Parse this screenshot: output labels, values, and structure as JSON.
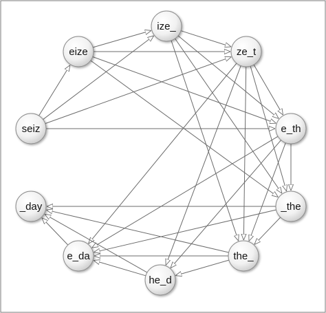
{
  "graph": {
    "nodes": [
      {
        "id": "ize_",
        "label": "ize_"
      },
      {
        "id": "eize",
        "label": "eize"
      },
      {
        "id": "ze_t",
        "label": "ze_t"
      },
      {
        "id": "seiz",
        "label": "seiz"
      },
      {
        "id": "e_th",
        "label": "e_th"
      },
      {
        "id": "_day",
        "label": "_day"
      },
      {
        "id": "_the",
        "label": "_the"
      },
      {
        "id": "e_da",
        "label": "e_da"
      },
      {
        "id": "the_",
        "label": "the_"
      },
      {
        "id": "he_d",
        "label": "he_d"
      }
    ],
    "edges": [
      [
        "seiz",
        "eize"
      ],
      [
        "seiz",
        "ize_"
      ],
      [
        "seiz",
        "ze_t"
      ],
      [
        "seiz",
        "e_th"
      ],
      [
        "eize",
        "ize_"
      ],
      [
        "eize",
        "ze_t"
      ],
      [
        "eize",
        "e_th"
      ],
      [
        "eize",
        "_the"
      ],
      [
        "ize_",
        "ze_t"
      ],
      [
        "ize_",
        "e_th"
      ],
      [
        "ize_",
        "_the"
      ],
      [
        "ize_",
        "the_"
      ],
      [
        "ze_t",
        "e_th"
      ],
      [
        "ze_t",
        "_the"
      ],
      [
        "ze_t",
        "the_"
      ],
      [
        "ze_t",
        "he_d"
      ],
      [
        "ze_t",
        "e_da"
      ],
      [
        "e_th",
        "_the"
      ],
      [
        "e_th",
        "the_"
      ],
      [
        "e_th",
        "he_d"
      ],
      [
        "e_th",
        "e_da"
      ],
      [
        "_the",
        "_day"
      ],
      [
        "_the",
        "e_da"
      ],
      [
        "_the",
        "the_"
      ],
      [
        "the_",
        "_day"
      ],
      [
        "the_",
        "e_da"
      ],
      [
        "the_",
        "he_d"
      ],
      [
        "he_d",
        "_day"
      ],
      [
        "he_d",
        "e_da"
      ],
      [
        "e_da",
        "_day"
      ]
    ]
  }
}
